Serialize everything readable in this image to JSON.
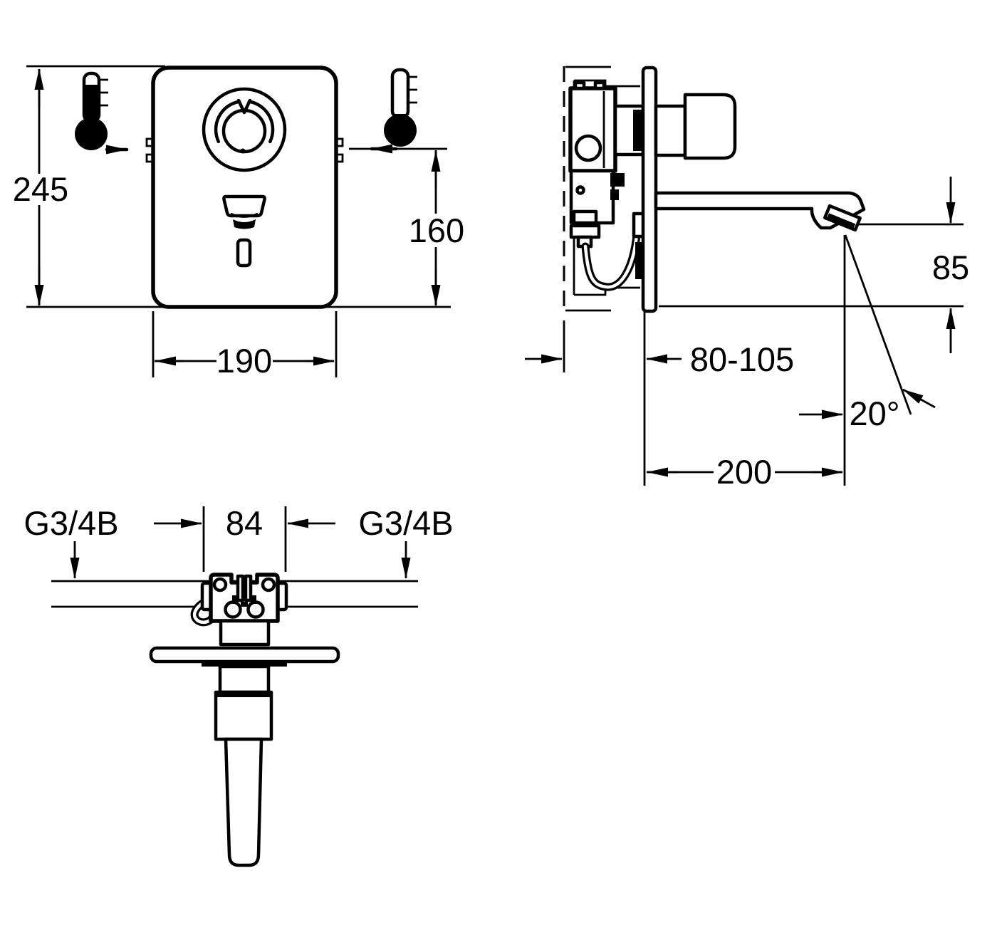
{
  "drawing_type": "faucet-installation-dimension-drawing",
  "colors": {
    "line": "#000000",
    "background": "#ffffff"
  },
  "front_view": {
    "height_label": "245",
    "spout_height_label": "160",
    "width_label": "190"
  },
  "side_view": {
    "outlet_height_label": "85",
    "mounting_depth_label": "80-105",
    "stream_angle_label": "20°",
    "projection_label": "200"
  },
  "plan_view": {
    "thread_left_label": "G3/4B",
    "body_width_label": "84",
    "thread_right_label": "G3/4B"
  },
  "icons": {
    "hot": "thermometer-hot-icon",
    "cold": "thermometer-cold-icon"
  }
}
